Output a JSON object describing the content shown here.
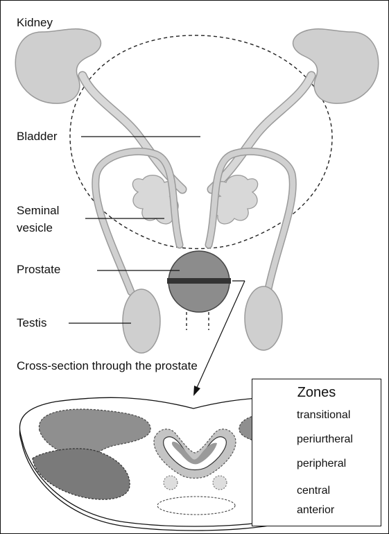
{
  "labels": {
    "kidney": "Kidney",
    "bladder": "Bladder",
    "seminal_vesicle_line1": "Seminal",
    "seminal_vesicle_line2": "vesicle",
    "prostate": "Prostate",
    "testis": "Testis",
    "cross_section_caption": "Cross-section through the prostate"
  },
  "legend": {
    "title": "Zones",
    "items": [
      {
        "label": "transitional"
      },
      {
        "label": "periurtheral"
      },
      {
        "label": "peripheral"
      },
      {
        "label": "central"
      },
      {
        "label": "anterior"
      }
    ]
  },
  "colors": {
    "organ_light": "#cfcfcf",
    "organ_stroke": "#9a9a9a",
    "prostate_fill": "#8c8c8c",
    "transitional": "#8f8f8f",
    "periurethral": "#c4c4c4",
    "peripheral": "#7a7a7a",
    "central": "#dedede",
    "line": "#111111"
  }
}
